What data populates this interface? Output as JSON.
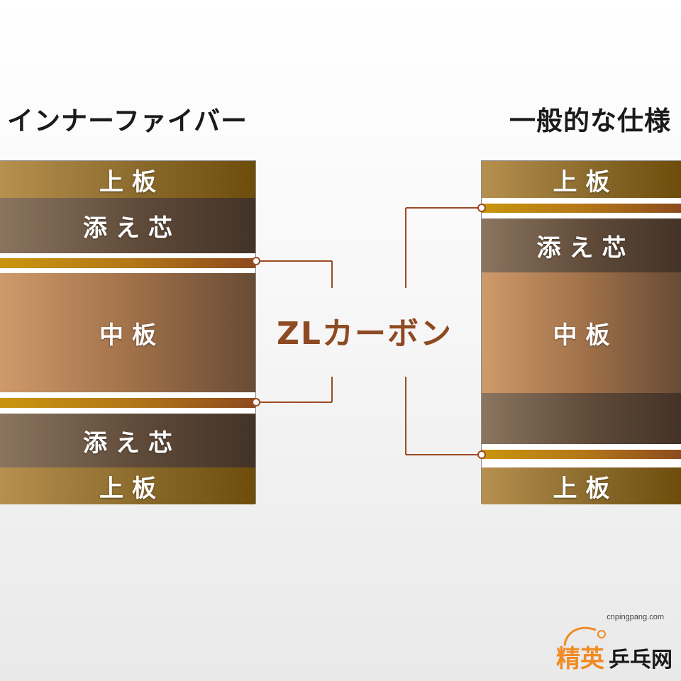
{
  "left": {
    "title": "インナーファイバー",
    "layers": {
      "top": "上板",
      "core_top": "添え芯",
      "mid": "中板",
      "core_bottom": "添え芯",
      "bottom": "上板"
    }
  },
  "right": {
    "title": "一般的な仕様",
    "layers": {
      "top": "上板",
      "core": "添え芯",
      "mid": "中板",
      "bottom": "上板"
    }
  },
  "center": {
    "label": "ZLカーボン"
  },
  "watermark": {
    "url": "cnpingpang.com",
    "text": "精英乒乓网"
  },
  "colors": {
    "connector": "#9c4a22",
    "label": "#8e4a22",
    "zl_layer": "#b47818"
  }
}
